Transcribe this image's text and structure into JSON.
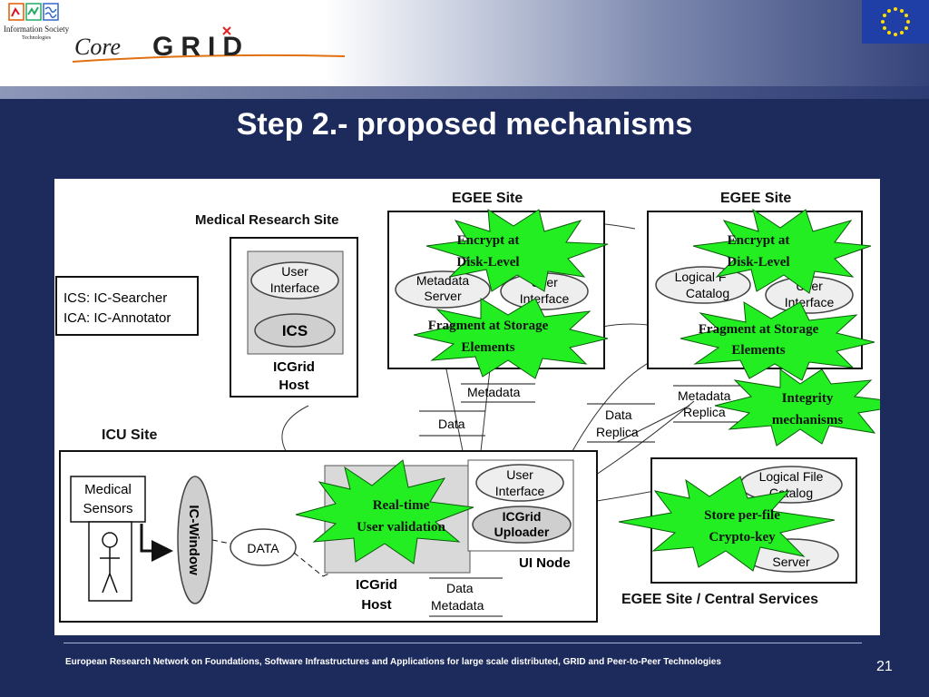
{
  "header": {
    "ist_logo_text": "Information Society",
    "ist_logo_subtext": "Technologies",
    "coregrid_logo_core": "Core",
    "coregrid_logo_grid": "GRID"
  },
  "title": "Step 2.- proposed mechanisms",
  "diagram": {
    "egee_site_1": "EGEE Site",
    "egee_site_2": "EGEE Site",
    "medical_research_site": "Medical Research Site",
    "legend_ics": "ICS: IC-Searcher",
    "legend_ica": "ICA: IC-Annotator",
    "mrs_user_interface_1": "User",
    "mrs_user_interface_2": "Interface",
    "mrs_ics": "ICS",
    "mrs_icgrid_host_1": "ICGrid",
    "mrs_icgrid_host_2": "Host",
    "egee1_metadata_server_1": "Metadata",
    "egee1_metadata_server_2": "Server",
    "egee1_user_interface_1": "User",
    "egee1_user_interface_2": "Interface",
    "egee2_logical_catalog_1": "Logical F",
    "egee2_logical_catalog_2": "Catalog",
    "egee2_user_interface_1": "User",
    "egee2_user_interface_2": "Interface",
    "label_metadata": "Metadata",
    "label_data": "Data",
    "label_data_replica_1": "Data",
    "label_data_replica_2": "Replica",
    "label_metadata_replica_1": "Metadata",
    "label_metadata_replica_2": "Replica",
    "icu_site": "ICU Site",
    "medical_sensors_1": "Medical",
    "medical_sensors_2": "Sensors",
    "ic_window": "IC-Window",
    "data_oval": "DATA",
    "icu_user_interface_1": "User",
    "icu_user_interface_2": "Interface",
    "icgrid_uploader_1": "ICGrid",
    "icgrid_uploader_2": "Uploader",
    "ui_node": "UI Node",
    "icu_icgrid_host_1": "ICGrid",
    "icu_icgrid_host_2": "Host",
    "label_data_metadata_1": "Data",
    "label_data_metadata_2": "Metadata",
    "central_logical_file_1": "Logical File",
    "central_logical_file_2": "Catalog",
    "central_metadata_server": "Server",
    "central_services": "EGEE Site / Central Services",
    "burst_encrypt_1_line1": "Encrypt at",
    "burst_encrypt_1_line2": "Disk-Level",
    "burst_encrypt_2_line1": "Encrypt at",
    "burst_encrypt_2_line2": "Disk-Level",
    "burst_fragment_1_line1": "Fragment at Storage",
    "burst_fragment_1_line2": "Elements",
    "burst_fragment_2_line1": "Fragment at Storage",
    "burst_fragment_2_line2": "Elements",
    "burst_integrity_line1": "Integrity",
    "burst_integrity_line2": "mechanisms",
    "burst_realtime_line1": "Real-time",
    "burst_realtime_line2": "User validation",
    "burst_store_line1": "Store per-file",
    "burst_store_line2": "Crypto-key"
  },
  "footer": "European Research Network on Foundations, Software Infrastructures and Applications for large scale distributed, GRID and Peer-to-Peer Technologies",
  "page_number": "21",
  "colors": {
    "background": "#1c2a5c",
    "burst_fill": "#22ee22",
    "oval_fill": "#dcdcdc",
    "box_shade": "#d9d9d9"
  }
}
